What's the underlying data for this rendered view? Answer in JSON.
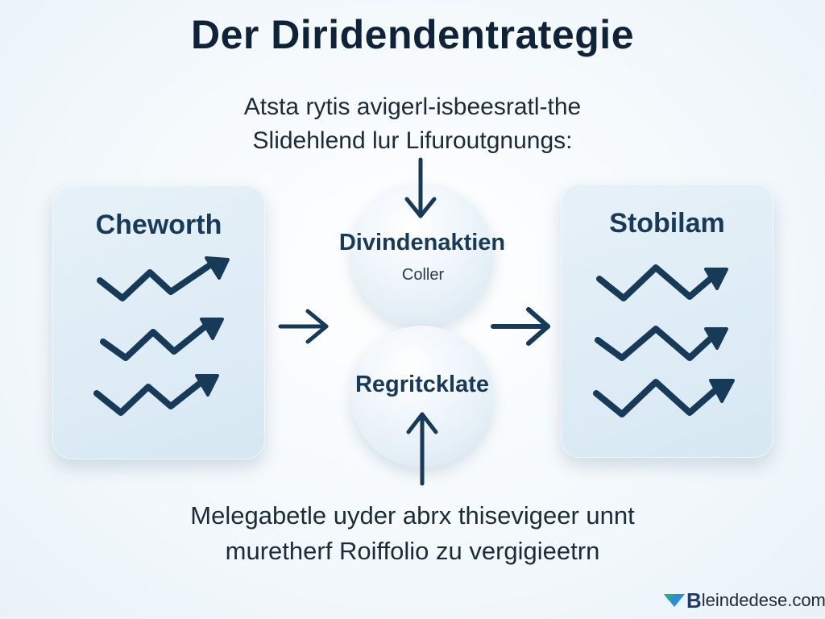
{
  "title": "Der Diridendentrategie",
  "intro": {
    "line1": "Atsta rytis avigerl-isbeesratl-the",
    "line2": "Slidehlend lur Lifuroutgnungs:"
  },
  "left_panel": {
    "title": "Cheworth"
  },
  "right_panel": {
    "title": "Stobilam"
  },
  "center_top": {
    "label": "Divindenaktien",
    "sublabel": "Coller"
  },
  "center_bottom": {
    "label": "Regritcklate"
  },
  "outro": {
    "line1": "Melegabetle uyder abrx thisevigeer unnt",
    "line2": "muretherf Roiffolio zu vergigieetrn"
  },
  "brand": {
    "logo_letter": "B",
    "text": "leindedese.com"
  },
  "colors": {
    "arrow": "#163a58",
    "panel_title": "#163a58",
    "title": "#0e2238",
    "logo_green": "#22b07d",
    "logo_blue": "#2a8fd6"
  }
}
